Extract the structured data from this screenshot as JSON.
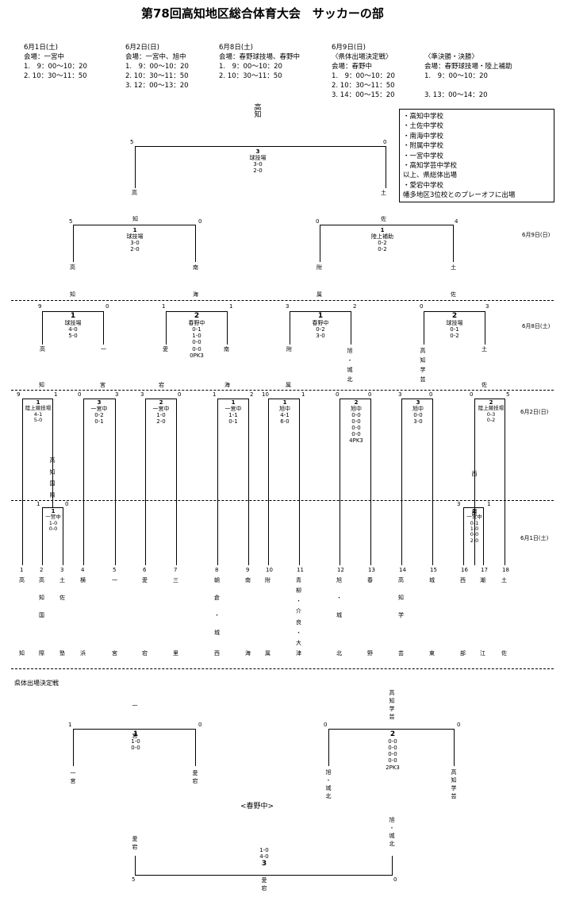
{
  "title": "第78回高知地区総合体育大会　サッカーの部",
  "schedule": [
    {
      "date": "6月1日(土)",
      "lines": [
        "会場：一宮中",
        "1.　9：00〜10：20",
        "2. 10：30〜11：50"
      ]
    },
    {
      "date": "6月2日(日)",
      "lines": [
        "会場：一宮中、旭中",
        "1.　9：00〜10：20",
        "2. 10：30〜11：50",
        "3. 12：00〜13：20"
      ]
    },
    {
      "date": "6月8日(土)",
      "lines": [
        "会場：春野球技場、春野中",
        "1.　9：00〜10：20",
        "2. 10：30〜11：50"
      ]
    },
    {
      "date": "6月9日(日)",
      "lines": [
        "〈県体出場決定戦〉",
        "会場：春野中",
        "1.　9：00〜10：20",
        "2. 10：30〜11：50",
        "3. 14：00〜15：20"
      ]
    },
    {
      "date": "",
      "lines": [
        "〈準決勝・決勝〉",
        "会場：春野球技場・陸上補助",
        "1.　9：00〜10：20",
        "",
        "3. 13：00〜14：20"
      ]
    }
  ],
  "qualifiers_box": [
    "・高知中学校",
    "・土佐中学校",
    "・南海中学校",
    "・附属中学校",
    "・一宮中学校",
    "・高知学芸中学校",
    "以上、県総体出場",
    "・愛宕中学校",
    "幡多地区3位校とのプレーオフに出場"
  ],
  "winner": "高知",
  "final": {
    "match": "3",
    "venue": "球技場",
    "scores": [
      "3-0",
      "2-0"
    ],
    "left_score": "5",
    "right_score": "0",
    "left": "高",
    "right": "土"
  },
  "semis": [
    {
      "top": "知",
      "match": "1",
      "venue": "球技場",
      "scores": [
        "3-0",
        "2-0"
      ],
      "l_score": "5",
      "r_score": "0",
      "l": "高",
      "r": "南"
    },
    {
      "top": "佐",
      "match": "1",
      "venue": "陸上補助",
      "scores": [
        "0-2",
        "0-2"
      ],
      "l_score": "0",
      "r_score": "4",
      "l": "附",
      "r": "土"
    }
  ],
  "round_labels": [
    "6月9日(日)",
    "6月8日(土)",
    "6月2日(日)",
    "6月1日(土)"
  ],
  "qf_names": [
    "知",
    "海",
    "属",
    "佐"
  ],
  "qf": [
    {
      "match": "1",
      "venue": "球技場",
      "scores": [
        "4-0",
        "5-0"
      ],
      "l_score": "9",
      "r_score": "0",
      "l": "高",
      "r": "一"
    },
    {
      "match": "2",
      "venue": "春野中",
      "scores": [
        "0-1",
        "1-0",
        "0-0",
        "0-0",
        "0PK3"
      ],
      "l_score": "1",
      "r_score": "1",
      "l": "愛",
      "r": "南"
    },
    {
      "match": "1",
      "venue": "春野中",
      "scores": [
        "0-2",
        "3-0"
      ],
      "l_score": "3",
      "r_score": "2",
      "l": "附",
      "r": "旭・城北"
    },
    {
      "match": "2",
      "venue": "球技場",
      "scores": [
        "0-1",
        "0-2"
      ],
      "l_score": "0",
      "r_score": "3",
      "l": "高知学芸",
      "r": "土"
    }
  ],
  "r2_names": [
    "知",
    "宮",
    "宕",
    "海",
    "属",
    "",
    "",
    "佐"
  ],
  "r2": [
    {
      "match": "1",
      "venue": "陸上競技場",
      "scores": [
        "4-1",
        "5-0"
      ],
      "l_score": "9",
      "r_score": "1",
      "r": "高知国際"
    },
    {
      "match": "3",
      "venue": "一宮中",
      "scores": [
        "0-2",
        "0-1"
      ],
      "l_score": "0",
      "r_score": "3"
    },
    {
      "match": "2",
      "venue": "一宮中",
      "scores": [
        "1-0",
        "2-0"
      ],
      "l_score": "3",
      "r_score": "0"
    },
    {
      "match": "1",
      "venue": "一宮中",
      "scores": [
        "1-1",
        "0-1"
      ],
      "l_score": "1",
      "r_score": "2"
    },
    {
      "match": "1",
      "venue": "旭中",
      "scores": [
        "4-1",
        "6-0"
      ],
      "l_score": "10",
      "r_score": "1"
    },
    {
      "match": "2",
      "venue": "旭中",
      "scores": [
        "0-0",
        "0-0",
        "0-0",
        "0-0",
        "4PK3"
      ],
      "l_score": "0",
      "r_score": "0"
    },
    {
      "match": "3",
      "venue": "旭中",
      "scores": [
        "0-0",
        "3-0"
      ],
      "l_score": "3",
      "r_score": "0"
    },
    {
      "match": "2",
      "venue": "陸上競技場",
      "scores": [
        "0-3",
        "0-2"
      ],
      "l_score": "0",
      "r_score": "5",
      "l": "西部"
    }
  ],
  "r1": [
    {
      "match": "1",
      "venue": "一宮中",
      "scores": [
        "1-0",
        "0-0"
      ],
      "l_score": "1",
      "r_score": "0"
    },
    {
      "match": "2",
      "venue": "一宮中",
      "scores": [
        "0-1",
        "1-0",
        "0-0",
        "2-0"
      ],
      "l_score": "3",
      "r_score": "1"
    }
  ],
  "teams": [
    {
      "num": "1",
      "name": "高知"
    },
    {
      "num": "2",
      "name": "高知国際"
    },
    {
      "num": "3",
      "name": "土佐塾"
    },
    {
      "num": "4",
      "name": "横浜"
    },
    {
      "num": "5",
      "name": "一宮"
    },
    {
      "num": "6",
      "name": "愛宕"
    },
    {
      "num": "7",
      "name": "三里"
    },
    {
      "num": "8",
      "name": "朝倉・城西"
    },
    {
      "num": "9",
      "name": "南海"
    },
    {
      "num": "10",
      "name": "附属"
    },
    {
      "num": "11",
      "name": "青柳・介良・大津"
    },
    {
      "num": "12",
      "name": "旭・城北"
    },
    {
      "num": "13",
      "name": "春野"
    },
    {
      "num": "14",
      "name": "高知学芸"
    },
    {
      "num": "15",
      "name": "城東"
    },
    {
      "num": "16",
      "name": "西部"
    },
    {
      "num": "17",
      "name": "潮江"
    },
    {
      "num": "18",
      "name": "土佐"
    }
  ],
  "playoff": {
    "label": "県体出場決定戦",
    "m1": {
      "top": "一宮",
      "match": "1",
      "scores": [
        "1-0",
        "0-0"
      ],
      "l_score": "1",
      "r_score": "0",
      "l": "一宮",
      "r": "愛宕"
    },
    "m2": {
      "top": "高知学芸",
      "match": "2",
      "scores": [
        "0-0",
        "0-0",
        "0-0",
        "0-0",
        "2PK3"
      ],
      "l_score": "0",
      "r_score": "0",
      "l": "旭・城北",
      "r": "高知学芸"
    },
    "venue": "<春野中>",
    "m3": {
      "match": "3",
      "scores": [
        "1-0",
        "4-0"
      ],
      "l_score": "5",
      "r_score": "0",
      "l": "愛宕",
      "r": "旭・城北",
      "bottom": "愛宕"
    }
  }
}
